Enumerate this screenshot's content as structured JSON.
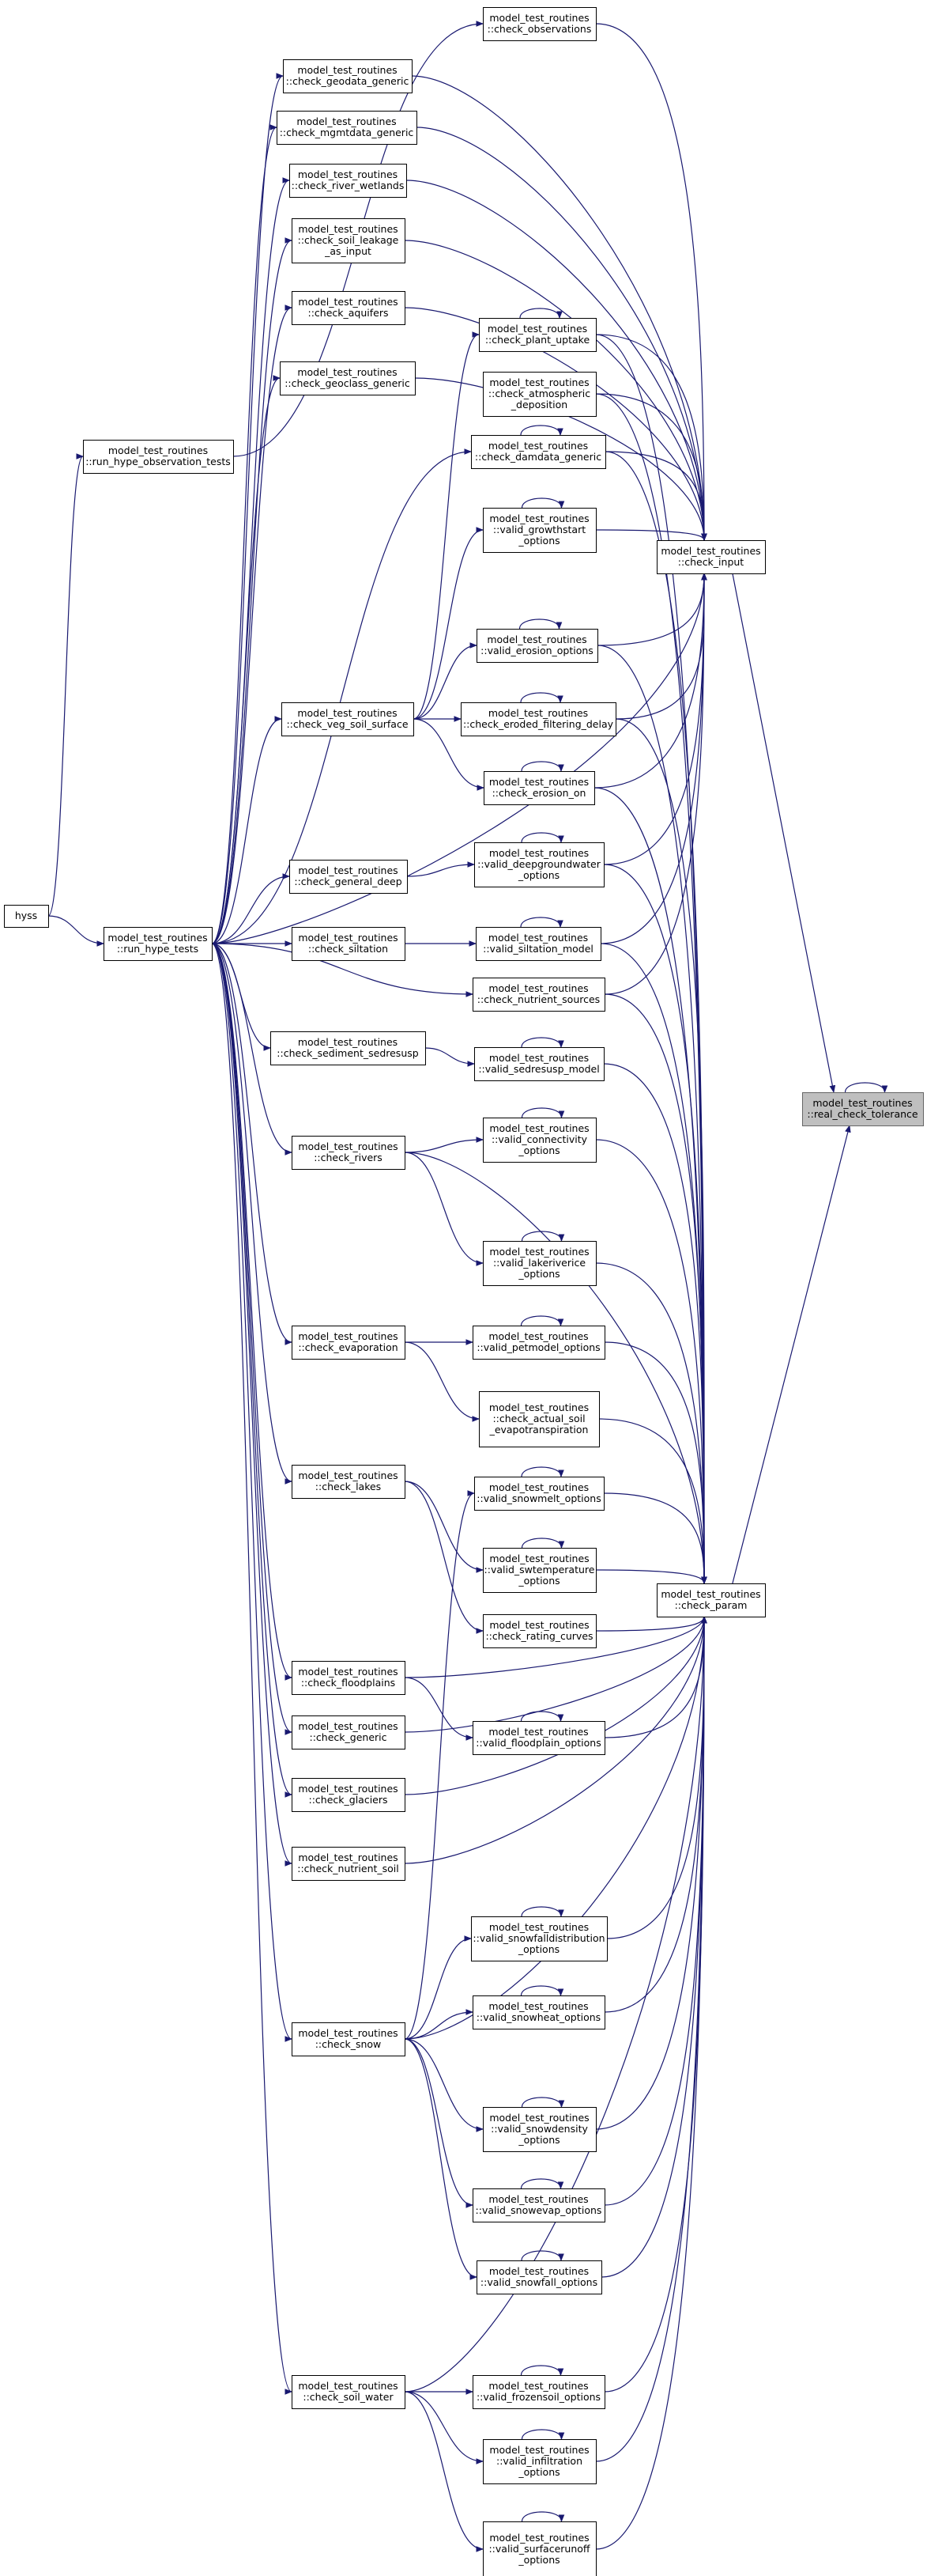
{
  "nodes": {
    "hyss": [
      "hyss"
    ],
    "run_hype_observation_tests": [
      "model_test_routines",
      "::run_hype_observation_tests"
    ],
    "run_hype_tests": [
      "model_test_routines",
      "::run_hype_tests"
    ],
    "check_observations": [
      "model_test_routines",
      "::check_observations"
    ],
    "check_geodata_generic": [
      "model_test_routines",
      "::check_geodata_generic"
    ],
    "check_mgmtdata_generic": [
      "model_test_routines",
      "::check_mgmtdata_generic"
    ],
    "check_river_wetlands": [
      "model_test_routines",
      "::check_river_wetlands"
    ],
    "check_soil_leakage_as_input": [
      "model_test_routines",
      "::check_soil_leakage",
      "_as_input"
    ],
    "check_aquifers": [
      "model_test_routines",
      "::check_aquifers"
    ],
    "check_geoclass_generic": [
      "model_test_routines",
      "::check_geoclass_generic"
    ],
    "check_plant_uptake": [
      "model_test_routines",
      "::check_plant_uptake"
    ],
    "check_atmospheric_deposition": [
      "model_test_routines",
      "::check_atmospheric",
      "_deposition"
    ],
    "check_damdata_generic": [
      "model_test_routines",
      "::check_damdata_generic"
    ],
    "valid_growthstart_options": [
      "model_test_routines",
      "::valid_growthstart",
      "_options"
    ],
    "check_input": [
      "model_test_routines",
      "::check_input"
    ],
    "valid_erosion_options": [
      "model_test_routines",
      "::valid_erosion_options"
    ],
    "check_veg_soil_surface": [
      "model_test_routines",
      "::check_veg_soil_surface"
    ],
    "check_eroded_filtering_delay": [
      "model_test_routines",
      "::check_eroded_filtering_delay"
    ],
    "check_erosion_on": [
      "model_test_routines",
      "::check_erosion_on"
    ],
    "check_general_deep": [
      "model_test_routines",
      "::check_general_deep"
    ],
    "valid_deepgroundwater_options": [
      "model_test_routines",
      "::valid_deepgroundwater",
      "_options"
    ],
    "check_siltation": [
      "model_test_routines",
      "::check_siltation"
    ],
    "valid_siltation_model": [
      "model_test_routines",
      "::valid_siltation_model"
    ],
    "check_nutrient_sources": [
      "model_test_routines",
      "::check_nutrient_sources"
    ],
    "check_sediment_sedresusp": [
      "model_test_routines",
      "::check_sediment_sedresusp"
    ],
    "valid_sedresusp_model": [
      "model_test_routines",
      "::valid_sedresusp_model"
    ],
    "real_check_tolerance": [
      "model_test_routines",
      "::real_check_tolerance"
    ],
    "valid_connectivity_options": [
      "model_test_routines",
      "::valid_connectivity",
      "_options"
    ],
    "check_rivers": [
      "model_test_routines",
      "::check_rivers"
    ],
    "valid_lakeriverice_options": [
      "model_test_routines",
      "::valid_lakeriverice",
      "_options"
    ],
    "check_evaporation": [
      "model_test_routines",
      "::check_evaporation"
    ],
    "valid_petmodel_options": [
      "model_test_routines",
      "::valid_petmodel_options"
    ],
    "check_actual_soil_evapotranspiration": [
      "model_test_routines",
      "::check_actual_soil",
      "_evapotranspiration"
    ],
    "check_lakes": [
      "model_test_routines",
      "::check_lakes"
    ],
    "valid_snowmelt_options": [
      "model_test_routines",
      "::valid_snowmelt_options"
    ],
    "valid_swtemperature_options": [
      "model_test_routines",
      "::valid_swtemperature",
      "_options"
    ],
    "check_param": [
      "model_test_routines",
      "::check_param"
    ],
    "check_rating_curves": [
      "model_test_routines",
      "::check_rating_curves"
    ],
    "check_floodplains": [
      "model_test_routines",
      "::check_floodplains"
    ],
    "valid_floodplain_options": [
      "model_test_routines",
      "::valid_floodplain_options"
    ],
    "check_generic": [
      "model_test_routines",
      "::check_generic"
    ],
    "check_glaciers": [
      "model_test_routines",
      "::check_glaciers"
    ],
    "check_nutrient_soil": [
      "model_test_routines",
      "::check_nutrient_soil"
    ],
    "valid_snowfalldistribution_options": [
      "model_test_routines",
      "::valid_snowfalldistribution",
      "_options"
    ],
    "valid_snowheat_options": [
      "model_test_routines",
      "::valid_snowheat_options"
    ],
    "check_snow": [
      "model_test_routines",
      "::check_snow"
    ],
    "valid_snowdensity_options": [
      "model_test_routines",
      "::valid_snowdensity",
      "_options"
    ],
    "valid_snowevap_options": [
      "model_test_routines",
      "::valid_snowevap_options"
    ],
    "valid_snowfall_options": [
      "model_test_routines",
      "::valid_snowfall_options"
    ],
    "check_soil_water": [
      "model_test_routines",
      "::check_soil_water"
    ],
    "valid_frozensoil_options": [
      "model_test_routines",
      "::valid_frozensoil_options"
    ],
    "valid_infiltration_options": [
      "model_test_routines",
      "::valid_infiltration",
      "_options"
    ],
    "valid_surfacerunoff_options": [
      "model_test_routines",
      "::valid_surfacerunoff",
      "_options"
    ]
  },
  "highlighted_node": "real_check_tolerance",
  "colors": {
    "edge": "#191970",
    "node_border": "#000000",
    "highlight_fill": "#bfbfbf"
  }
}
